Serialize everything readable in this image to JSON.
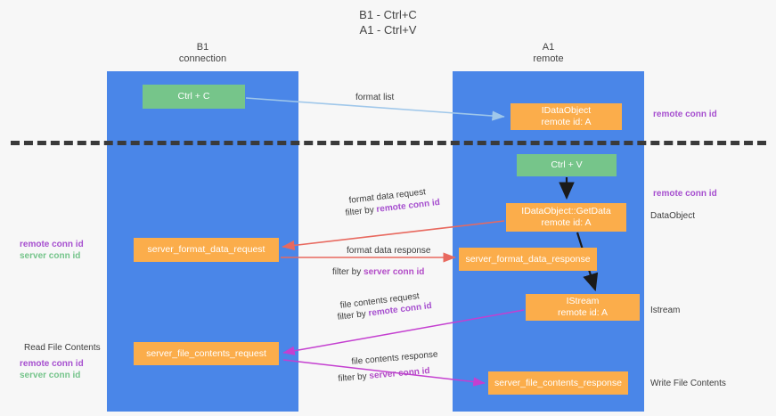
{
  "title": {
    "line1": "B1 - Ctrl+C",
    "line2": "A1 - Ctrl+V"
  },
  "columns": {
    "left": {
      "name": "B1",
      "role": "connection"
    },
    "right": {
      "name": "A1",
      "role": "remote"
    }
  },
  "nodes": {
    "ctrl_c": {
      "label": "Ctrl + C"
    },
    "idataobject": {
      "line1": "IDataObject",
      "line2": "remote id: A"
    },
    "ctrl_v": {
      "label": "Ctrl + V"
    },
    "getdata": {
      "line1": "IDataObject::GetData",
      "line2": "remote id: A"
    },
    "format_request": {
      "label": "server_format_data_request"
    },
    "format_response": {
      "label": "server_format_data_response"
    },
    "istream": {
      "line1": "IStream",
      "line2": "remote id: A"
    },
    "file_request": {
      "label": "server_file_contents_request"
    },
    "file_response": {
      "label": "server_file_contents_response"
    }
  },
  "edge_labels": {
    "format_list": "format list",
    "format_data_request": "format data request",
    "format_data_request_filter_prefix": "filter by ",
    "format_data_request_filter_key": "remote conn id",
    "format_data_response": "format data response",
    "format_data_response_filter_prefix": "filter by ",
    "format_data_response_filter_key": "server conn id",
    "file_contents_request": "file contents request",
    "file_contents_request_filter_prefix": "filter by ",
    "file_contents_request_filter_key": "remote conn id",
    "file_contents_response": "file contents response",
    "file_contents_response_filter_prefix": "filter by ",
    "file_contents_response_filter_key": "server conn id"
  },
  "side_labels": {
    "right_remote_conn_id_top": "remote conn id",
    "right_remote_conn_id_mid": "remote conn id",
    "right_dataobject": "DataObject",
    "right_istream": "Istream",
    "right_write_file": "Write File Contents",
    "left_remote_conn_id_mid": "remote conn id",
    "left_server_conn_id_mid": "server conn id",
    "left_read_file": "Read File Contents",
    "left_remote_conn_id_bottom": "remote conn id",
    "left_server_conn_id_bottom": "server conn id"
  },
  "colors": {
    "lane": "#4a86e8",
    "node_green": "#76c58a",
    "node_orange": "#fbad4b",
    "accent_purple": "#a64fcf",
    "accent_green": "#74c48a",
    "accent_red": "#e8695f",
    "accent_magenta": "#c43fd0",
    "divider": "#3a3a3a",
    "arrow_blue": "#9fc7ea"
  }
}
